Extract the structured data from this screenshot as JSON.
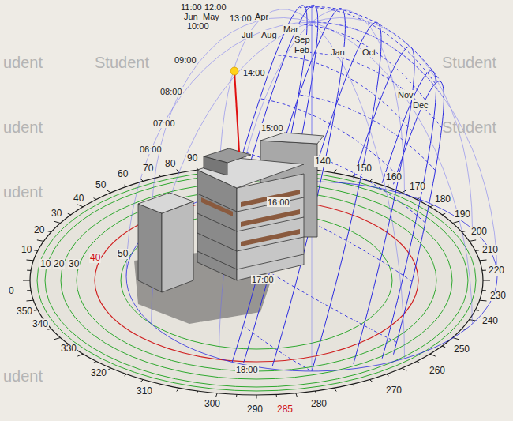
{
  "diagram": {
    "labels": [
      "udent",
      "udent",
      "udent",
      "udent",
      "Student",
      "Student",
      "Student",
      "11:00",
      "12:00",
      "Jun",
      "May",
      "10:00",
      "13:00",
      "Apr",
      "Jul",
      "Aug",
      "Mar",
      "Sep",
      "Feb",
      "Jan",
      "Oct",
      "Nov",
      "Dec",
      "09:00",
      "14:00",
      "08:00",
      "07:00",
      "15:00",
      "06:00",
      "16:00",
      "17:00",
      "18:00",
      "0",
      "10",
      "20",
      "30",
      "40",
      "50",
      "60",
      "70",
      "80",
      "90",
      "140",
      "150",
      "160",
      "170",
      "180",
      "190",
      "200",
      "210",
      "220",
      "230",
      "240",
      "250",
      "260",
      "270",
      "280",
      "285",
      "290",
      "300",
      "310",
      "320",
      "330",
      "340",
      "350",
      "10",
      "20",
      "30",
      "40",
      "50"
    ]
  }
}
